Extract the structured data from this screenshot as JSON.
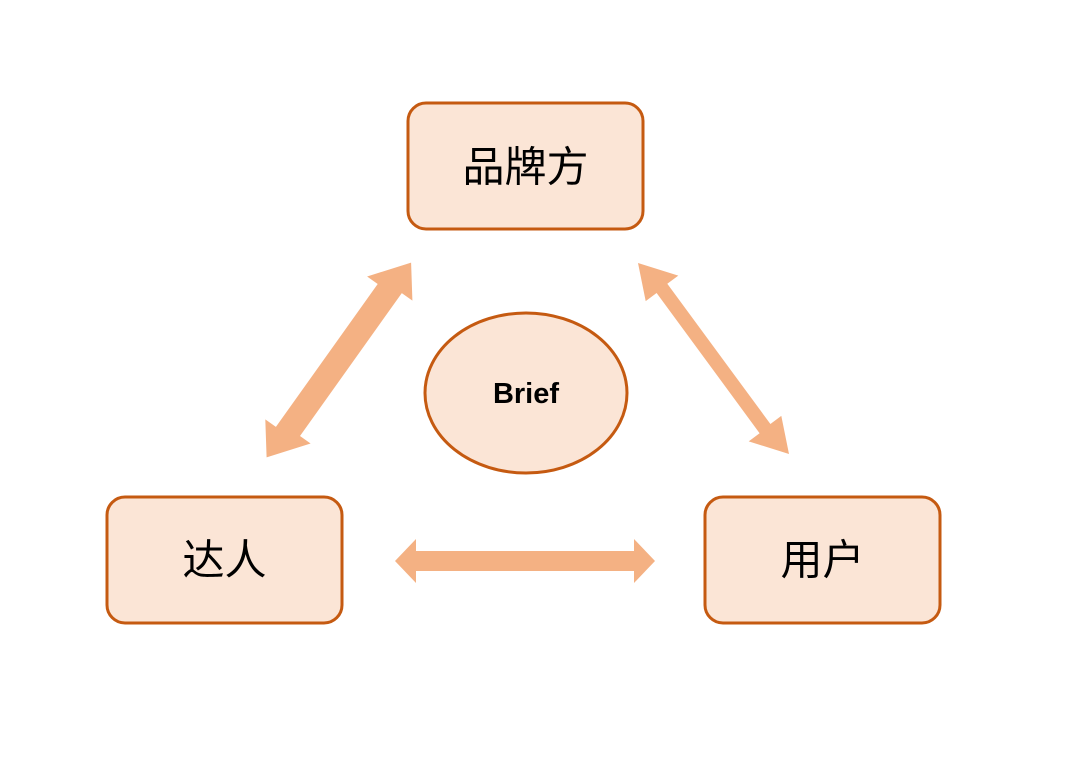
{
  "colors": {
    "node_fill": "#fbe5d6",
    "node_stroke": "#c55a11",
    "arrow_fill": "#f4b183"
  },
  "nodes": {
    "brand": {
      "label": "品牌方"
    },
    "influencer": {
      "label": "达人"
    },
    "user": {
      "label": "用户"
    }
  },
  "center": {
    "label": "Brief"
  },
  "arrows": [
    {
      "from": "brand",
      "to": "influencer",
      "direction": "bidirectional"
    },
    {
      "from": "brand",
      "to": "user",
      "direction": "bidirectional"
    },
    {
      "from": "influencer",
      "to": "user",
      "direction": "bidirectional"
    }
  ]
}
